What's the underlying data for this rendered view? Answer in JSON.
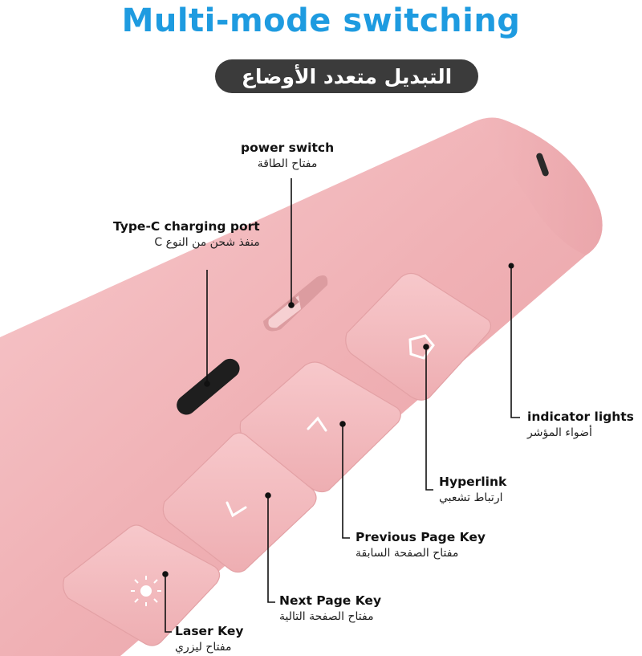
{
  "header": {
    "title": "Multi-mode switching",
    "subtitle_ar": "التبديل متعدد الأوضاع"
  },
  "labels": {
    "power_switch": {
      "en": "power switch",
      "ar": "مفتاح الطاقة"
    },
    "type_c_port": {
      "en": "Type-C charging port",
      "ar": "منفذ شحن من النوع C"
    },
    "indicator_lights": {
      "en": "indicator lights",
      "ar": "أضواء المؤشر"
    },
    "hyperlink": {
      "en": "Hyperlink",
      "ar": "ارتباط تشعبي"
    },
    "previous_page_key": {
      "en": "Previous Page Key",
      "ar": "مفتاح الصفحة السابقة"
    },
    "next_page_key": {
      "en": "Next Page Key",
      "ar": "مفتاح الصفحة التالية"
    },
    "laser_key": {
      "en": "Laser Key",
      "ar": "مفتاح ليزري"
    }
  },
  "colors": {
    "title_blue": "#1e9be0",
    "pill_dark": "#3b3b3b",
    "device_pink": "#f0b2b6",
    "button_pink": "#f3bcc0"
  },
  "icons": {
    "hyperlink_button": "square-link-icon",
    "previous_button": "chevron-up-icon",
    "next_button": "chevron-down-icon",
    "laser_button": "sun-icon"
  }
}
